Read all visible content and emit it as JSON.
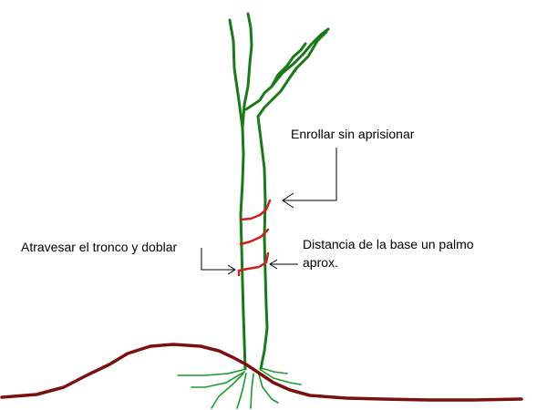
{
  "labels": {
    "wrap": "Enrollar sin aprisionar",
    "pierce": "Atravesar el tronco y doblar",
    "distance_line1": "Distancia de la base un palmo",
    "distance_line2": "aprox."
  },
  "colors": {
    "background": "#ffffff",
    "trunk": "#1a7a1a",
    "ground": "#7a1010",
    "wire": "#cc2020",
    "text": "#000000",
    "arrow": "#000000"
  },
  "icons": {
    "tree": "tree-trunk-sketch",
    "ground": "soil-mound-line",
    "wire": "wire-spiral",
    "arrow": "pointer-arrow"
  }
}
